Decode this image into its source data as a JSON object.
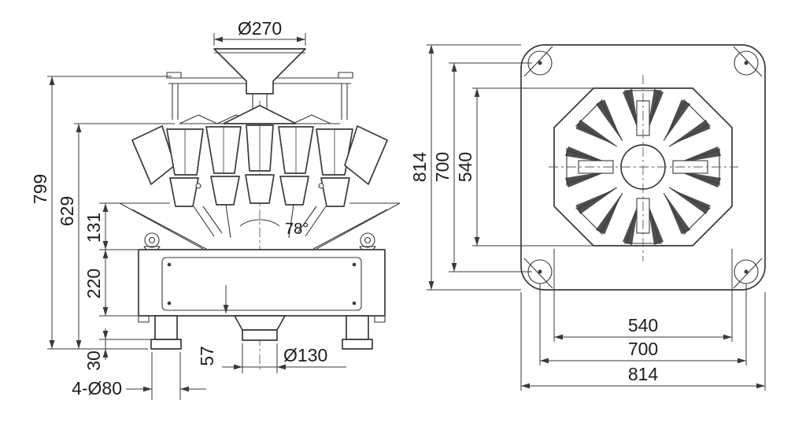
{
  "colors": {
    "background": "#ffffff",
    "line": "#3a3a3a",
    "dark_fill": "#4f4f4f"
  },
  "front_view": {
    "labels": {
      "inlet_diameter": "Ø270",
      "overall_height": "799",
      "frame_height": "629",
      "chute_height": "131",
      "base_height": "220",
      "foot_height": "30",
      "foot_spec": "4-Ø80",
      "outlet_offset": "57",
      "outlet_diameter": "Ø130",
      "chute_angle": "78°"
    }
  },
  "top_view": {
    "labels": {
      "side_overall": "814",
      "side_foot_span": "700",
      "side_frame_span": "540",
      "bottom_frame_span": "540",
      "bottom_foot_span": "700",
      "bottom_overall": "814"
    }
  }
}
